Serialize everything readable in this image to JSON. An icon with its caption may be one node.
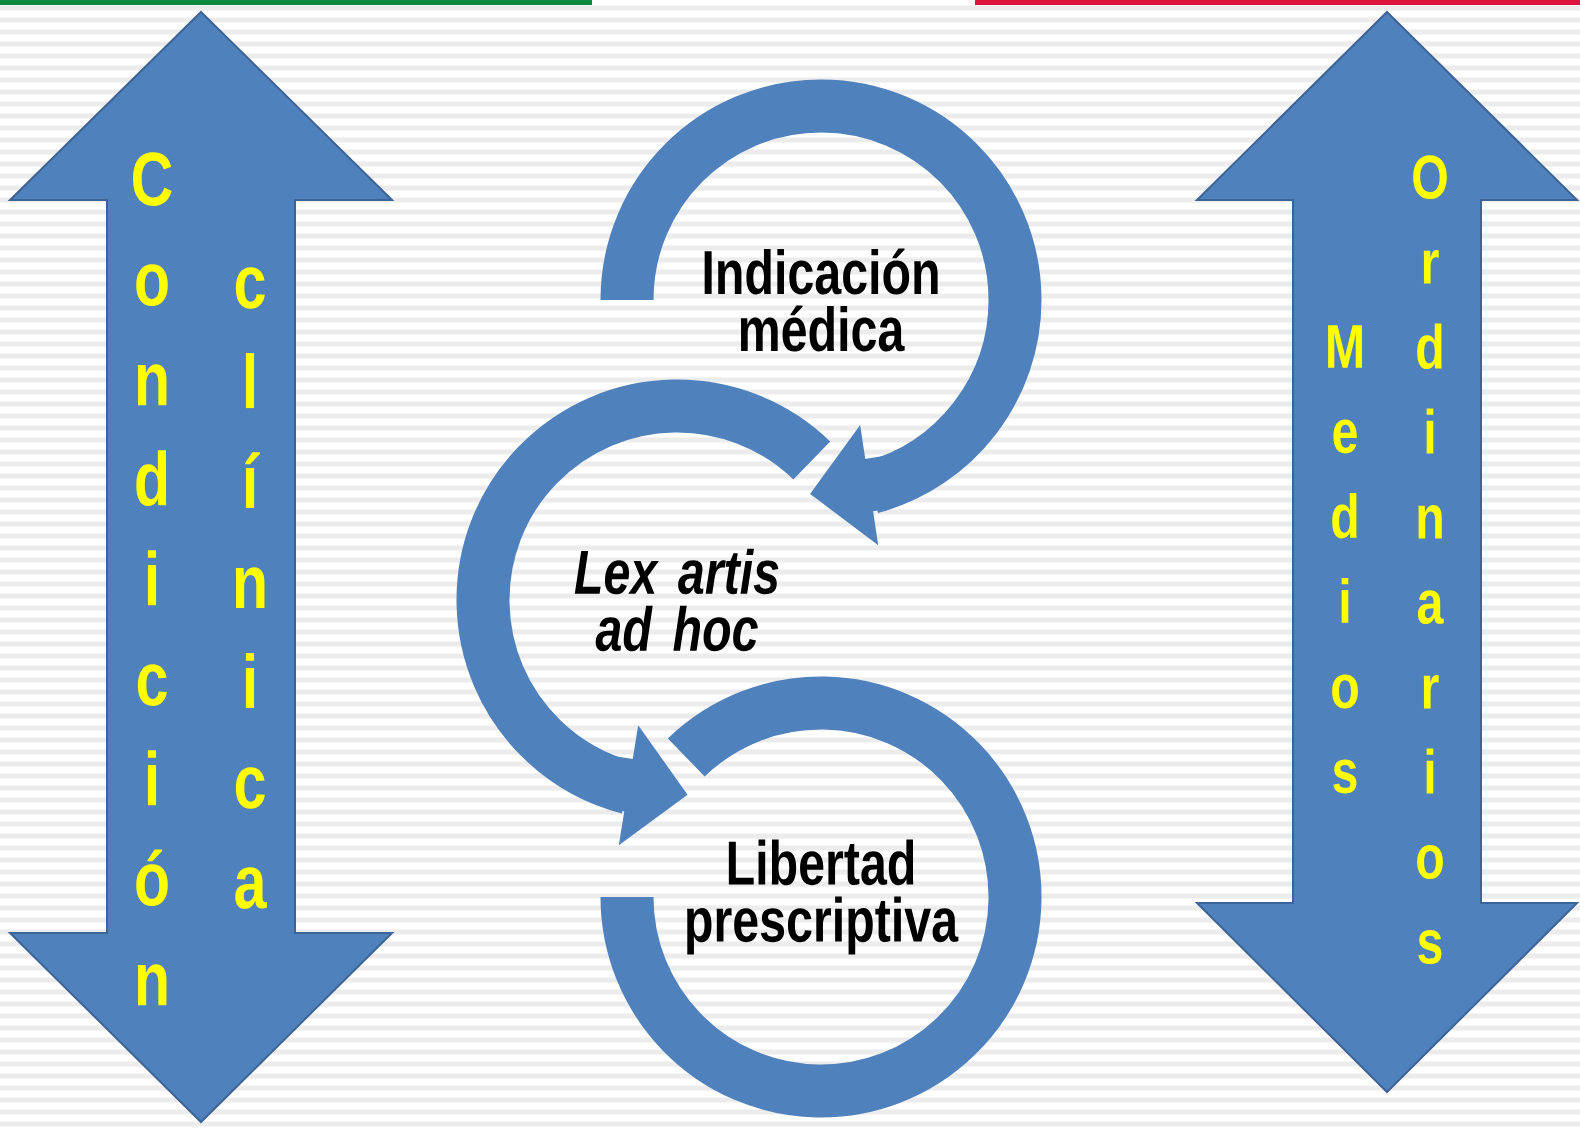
{
  "diagram": {
    "nodes": [
      {
        "text": [
          "Condición",
          "clínica"
        ]
      },
      {
        "text": [
          "Indicación médica"
        ]
      },
      {
        "text": [
          "Lex artis ad hoc"
        ]
      },
      {
        "text": [
          "Libertad prescriptiva"
        ]
      },
      {
        "text": [
          "Medios",
          "Ordinarios"
        ]
      }
    ],
    "edges": [
      {
        "from": 1,
        "to": 2,
        "arrow": "to"
      },
      {
        "from": 2,
        "to": 3,
        "arrow": "to"
      }
    ]
  }
}
